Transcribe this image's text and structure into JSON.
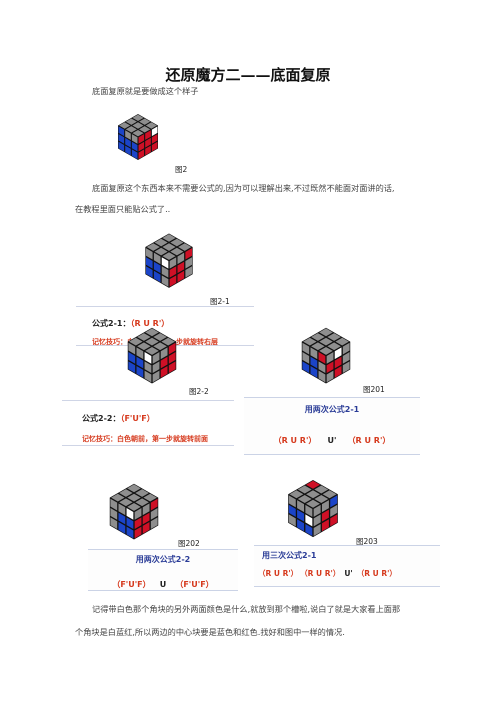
{
  "title": "还原魔方二——底面复原",
  "intro": "底面复原就是要做成这个样子",
  "paragraph1_line1": "底面复原这个东西本来不需要公式的,因为可以理解出来,不过既然不能面对面讲的话,",
  "paragraph1_line2": "在教程里面只能贴公式了..",
  "paragraph2_line1": "记得带白色那个角块的另外两面颜色是什么,就放到那个槽啦,说白了就是大家看上面那",
  "paragraph2_line2": "个角块是白蓝红,所以两边的中心块要是蓝色和红色.找好和图中一样的情况.",
  "figures": {
    "fig2": "图2",
    "fig2_1": "图2-1",
    "fig2_2": "图2-2",
    "fig201": "图201",
    "fig202": "图202",
    "fig203": "图203"
  },
  "formula_2_1": {
    "label": "公式2-1：",
    "formula": "（R U R'）",
    "tip": "记忆技巧：白色朝右，第一步就旋转右层"
  },
  "formula_2_2": {
    "label": "公式2-2：",
    "formula": "（F'U'F）",
    "tip": "记忆技巧：白色朝前，第一步就旋转前面"
  },
  "caption_201": {
    "heading": "用两次公式2-1",
    "part1": "（R U R'）",
    "mid": "U'",
    "part2": "（R U R'）"
  },
  "caption_202": {
    "heading": "用两次公式2-2",
    "part1": "（F'U'F）",
    "mid": "U",
    "part2": "（F'U'F）"
  },
  "caption_203": {
    "heading": "用三次公式2-1",
    "part1": "（R U R'）",
    "part2": "（R U R'）",
    "mid": "U'",
    "part3": "（R U R'）"
  },
  "colors": {
    "gray": "#8e8e8e",
    "blue": "#1b44c8",
    "red": "#cf1026",
    "white": "#ffffff",
    "black": "#111111",
    "accent_red": "#d63a1e",
    "accent_blue": "#2a3c97"
  }
}
